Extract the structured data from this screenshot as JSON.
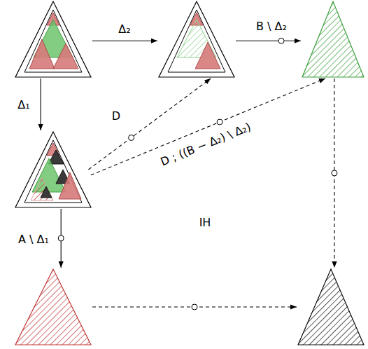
{
  "diagram": {
    "nodes": [
      {
        "text": []
      },
      {
        "text": []
      },
      {
        "text": []
      },
      {
        "text": []
      },
      {
        "text": []
      },
      {
        "text": []
      }
    ],
    "edges": [
      {
        "from": 0,
        "to": 1,
        "arrow": "to",
        "label": "Δ₂"
      },
      {
        "from": 1,
        "to": 2,
        "arrow": "to",
        "label": "B \\ Δ₂"
      },
      {
        "from": 0,
        "to": 3,
        "arrow": "to",
        "label": "Δ₁"
      },
      {
        "from": 3,
        "to": 4,
        "arrow": "to",
        "label": "A \\ Δ₁"
      },
      {
        "from": 3,
        "to": 1,
        "arrow": "to",
        "label": "D"
      },
      {
        "from": 3,
        "to": 2,
        "arrow": "to",
        "label": "D ; ((B − Δ₂) \\ Δ₂)"
      },
      {
        "from": 2,
        "to": 5,
        "arrow": "to"
      },
      {
        "from": 4,
        "to": 5,
        "arrow": "to"
      }
    ],
    "labels": [
      "IH"
    ]
  }
}
